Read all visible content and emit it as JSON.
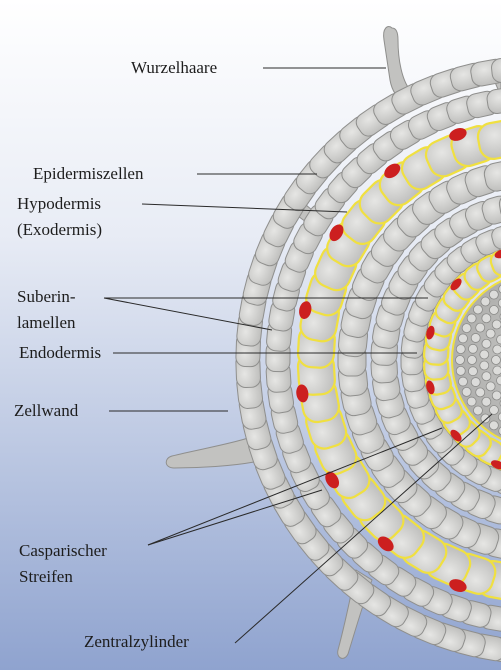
{
  "diagram": {
    "labels": {
      "wurzelhaare": "Wurzelhaare",
      "epidermiszellen": "Epidermiszellen",
      "hypodermis_line1": "Hypodermis",
      "hypodermis_line2": "(Exodermis)",
      "suberin_line1": "Suberin-",
      "suberin_line2": "lamellen",
      "endodermis": "Endodermis",
      "zellwand": "Zellwand",
      "casparischer_line1": "Casparischer",
      "casparischer_line2": "Streifen",
      "zentralzylinder": "Zentralzylinder"
    },
    "colors": {
      "background_top": "#ffffff",
      "background_bottom": "#8fa3cf",
      "cell_fill": "#d4d4d2",
      "cell_stroke": "#8f8f8d",
      "suberin_yellow": "#f0e040",
      "casparian_red": "#cc1f1f",
      "leader_line": "#2a2a2a"
    }
  }
}
